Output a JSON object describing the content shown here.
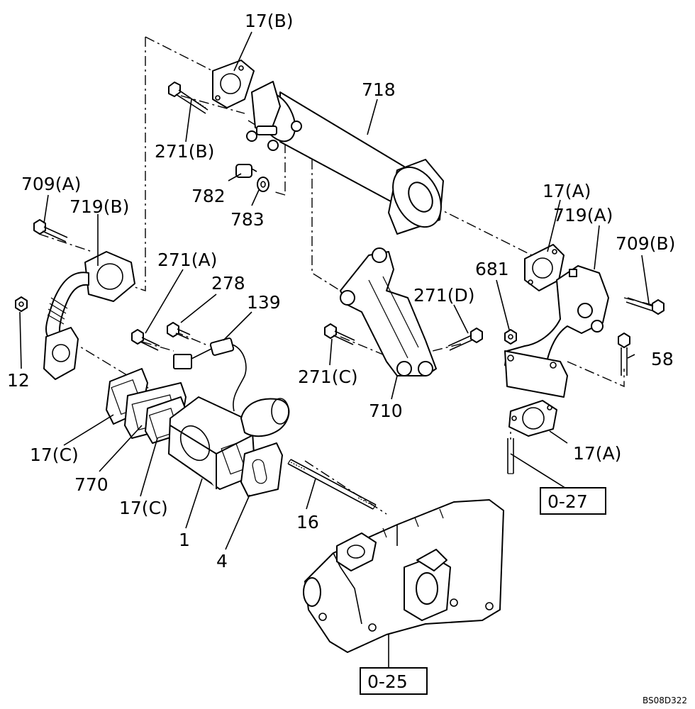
{
  "labels": {
    "l17b": "17(B)",
    "l718": "718",
    "l271b": "271(B)",
    "l782": "782",
    "l783": "783",
    "l709a": "709(A)",
    "l719b": "719(B)",
    "l17a_top": "17(A)",
    "l719a": "719(A)",
    "l709b": "709(B)",
    "l681": "681",
    "l271a": "271(A)",
    "l278": "278",
    "l139": "139",
    "l271d": "271(D)",
    "l58": "58",
    "l12": "12",
    "l271c": "271(C)",
    "l710": "710",
    "l17a_bot": "17(A)",
    "l17c_1": "17(C)",
    "l770": "770",
    "l17c_2": "17(C)",
    "l1": "1",
    "l4": "4",
    "l16": "16"
  },
  "references": {
    "r027": "0-27",
    "r025": "0-25"
  },
  "drawing_code": "BS08D322"
}
